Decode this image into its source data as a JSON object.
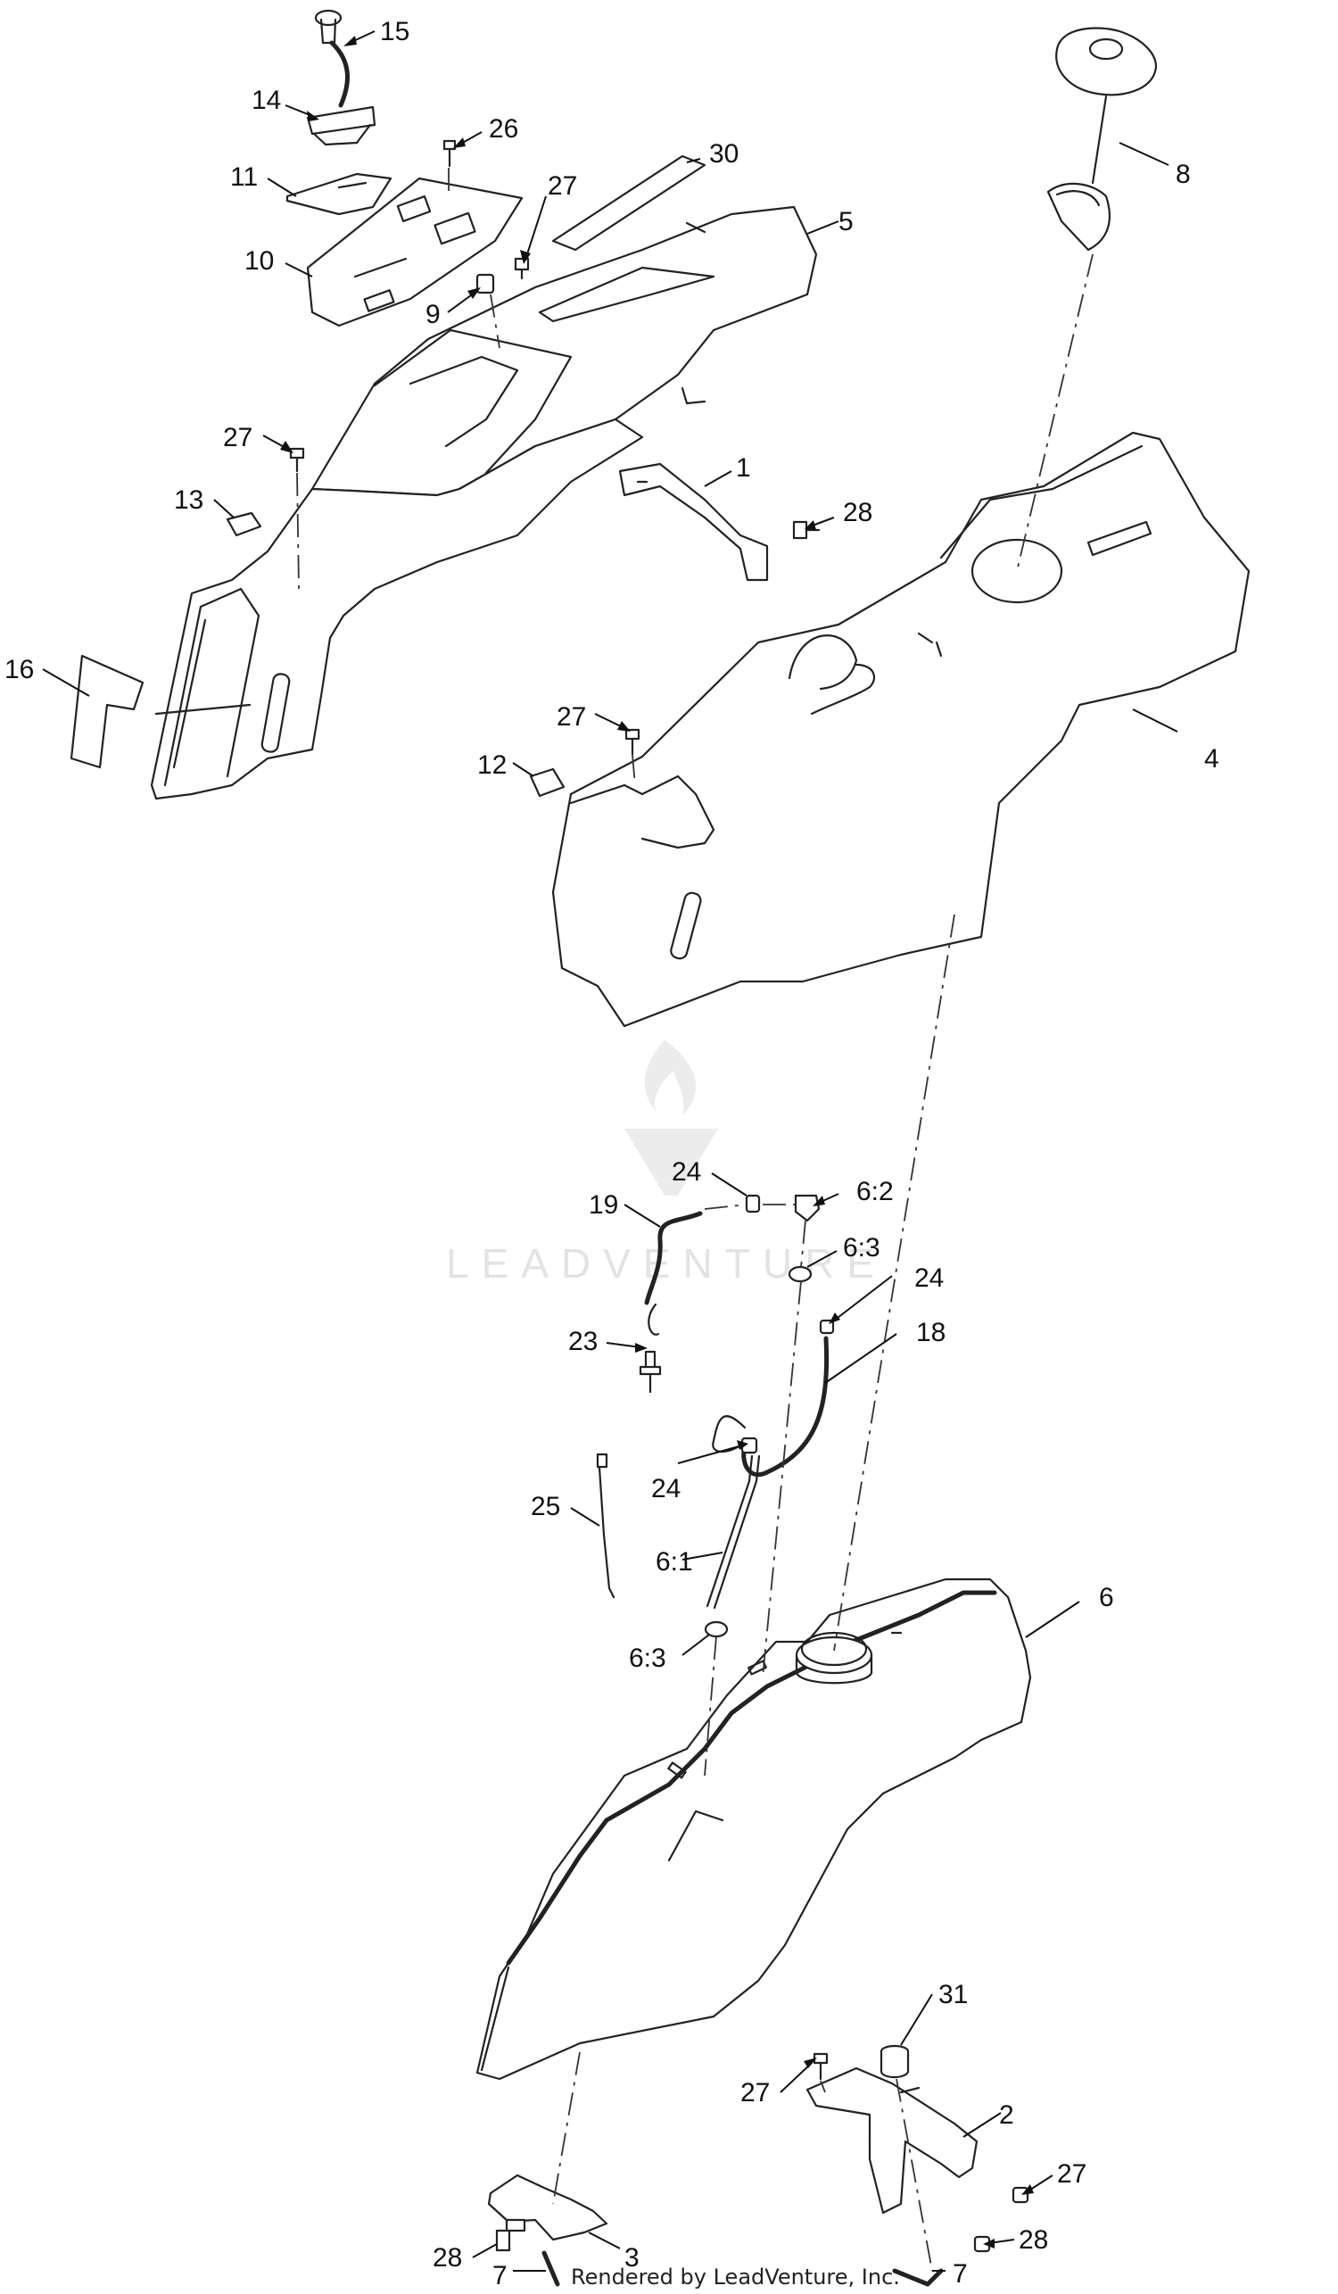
{
  "callouts": [
    {
      "id": "c15a",
      "label": "15"
    },
    {
      "id": "c14",
      "label": "14"
    },
    {
      "id": "c26",
      "label": "26"
    },
    {
      "id": "c30",
      "label": "30"
    },
    {
      "id": "c11",
      "label": "11"
    },
    {
      "id": "c27a",
      "label": "27"
    },
    {
      "id": "c5",
      "label": "5"
    },
    {
      "id": "c10",
      "label": "10"
    },
    {
      "id": "c9",
      "label": "9"
    },
    {
      "id": "c8",
      "label": "8"
    },
    {
      "id": "c27b",
      "label": "27"
    },
    {
      "id": "c1",
      "label": "1"
    },
    {
      "id": "c13",
      "label": "13"
    },
    {
      "id": "c28a",
      "label": "28"
    },
    {
      "id": "c16",
      "label": "16"
    },
    {
      "id": "c27c",
      "label": "27"
    },
    {
      "id": "c4",
      "label": "4"
    },
    {
      "id": "c12",
      "label": "12"
    },
    {
      "id": "c24a",
      "label": "24"
    },
    {
      "id": "c62",
      "label": "6:2"
    },
    {
      "id": "c19",
      "label": "19"
    },
    {
      "id": "c63a",
      "label": "6:3"
    },
    {
      "id": "c24b",
      "label": "24"
    },
    {
      "id": "c23",
      "label": "23"
    },
    {
      "id": "c18",
      "label": "18"
    },
    {
      "id": "c24c",
      "label": "24"
    },
    {
      "id": "c25",
      "label": "25"
    },
    {
      "id": "c61",
      "label": "6:1"
    },
    {
      "id": "c6",
      "label": "6"
    },
    {
      "id": "c63b",
      "label": "6:3"
    },
    {
      "id": "c31",
      "label": "31"
    },
    {
      "id": "c27d",
      "label": "27"
    },
    {
      "id": "c2",
      "label": "2"
    },
    {
      "id": "c27e",
      "label": "27"
    },
    {
      "id": "c28b",
      "label": "28"
    },
    {
      "id": "c28c",
      "label": "28"
    },
    {
      "id": "c3",
      "label": "3"
    },
    {
      "id": "c7a",
      "label": "7"
    },
    {
      "id": "c7b",
      "label": "7"
    }
  ],
  "watermark": "LEADVENTURE",
  "footer": "Rendered by LeadVenture, Inc."
}
